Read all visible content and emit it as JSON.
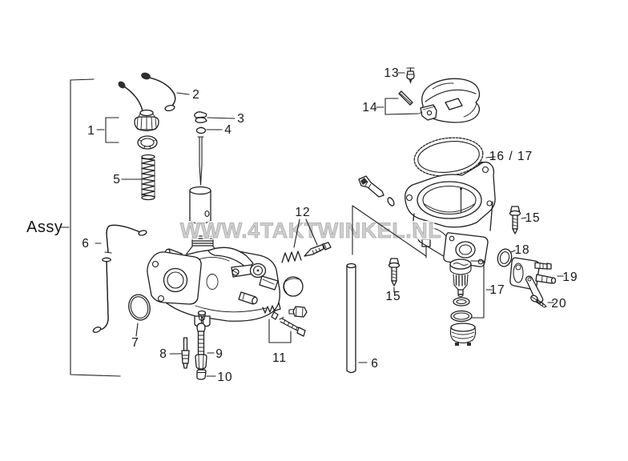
{
  "diagram": {
    "subject": "carburetor-exploded-parts-diagram",
    "background_color": "#ffffff",
    "line_color": "#1f1f1f",
    "watermark": "WWW.4TAKTWINKEL.NL",
    "watermark_color": "#c9c9c9",
    "assy_label": "Assy",
    "callouts": [
      "1",
      "2",
      "3",
      "4",
      "5",
      "6",
      "7",
      "8",
      "9",
      "10",
      "11",
      "12",
      "13",
      "14",
      "15",
      "15",
      "16 / 17",
      "17",
      "18",
      "19",
      "20",
      "6"
    ]
  }
}
